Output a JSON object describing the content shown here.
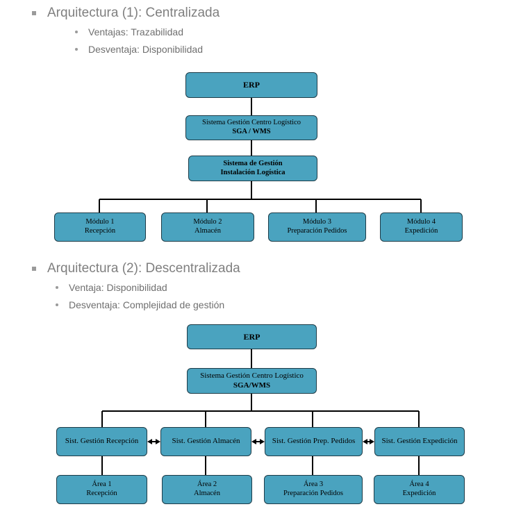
{
  "section1": {
    "title": "Arquitectura (1): Centralizada",
    "bullets": [
      "Ventajas: Trazabilidad",
      "Desventaja: Disponibilidad"
    ],
    "diagram": {
      "erp": "ERP",
      "sga_line1": "Sistema Gestión Centro Logístico",
      "sga_line2": "SGA / WMS",
      "sgil_line1": "Sistema de Gestión",
      "sgil_line2": "Instalación Logística",
      "modules": [
        {
          "line1": "Módulo 1",
          "line2": "Recepción"
        },
        {
          "line1": "Módulo 2",
          "line2": "Almacén"
        },
        {
          "line1": "Módulo 3",
          "line2": "Preparación Pedidos"
        },
        {
          "line1": "Módulo 4",
          "line2": "Expedición"
        }
      ]
    }
  },
  "section2": {
    "title": "Arquitectura (2): Descentralizada",
    "bullets": [
      "Ventaja: Disponibilidad",
      "Desventaja: Complejidad de gestión"
    ],
    "diagram": {
      "erp": "ERP",
      "sga_line1": "Sistema Gestión Centro Logístico",
      "sga_line2": "SGA/WMS",
      "systems": [
        "Sist. Gestión Recepción",
        "Sist. Gestión Almacén",
        "Sist. Gestión Prep. Pedidos",
        "Sist. Gestión Expedición"
      ],
      "areas": [
        {
          "line1": "Área 1",
          "line2": "Recepción"
        },
        {
          "line1": "Área 2",
          "line2": "Almacén"
        },
        {
          "line1": "Área 3",
          "line2": "Preparación Pedidos"
        },
        {
          "line1": "Área 4",
          "line2": "Expedición"
        }
      ]
    }
  },
  "colors": {
    "box_fill": "#4aa3bf",
    "box_border": "#1d3b47",
    "heading_text": "#7f7f7f",
    "connector": "#000000"
  }
}
